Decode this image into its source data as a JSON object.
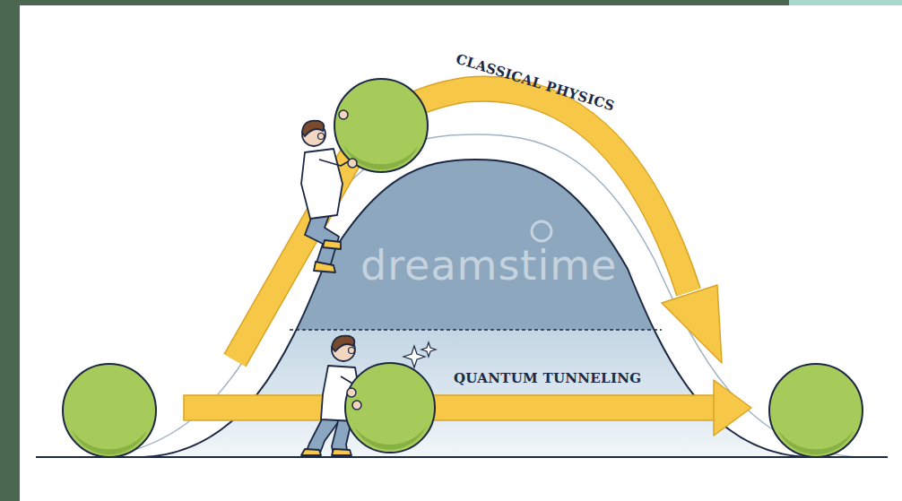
{
  "diagram": {
    "labels": [
      "CLASSICAL PHYSICS",
      "QUANTUM TUNNELING",
      "dreamstime"
    ]
  }
}
